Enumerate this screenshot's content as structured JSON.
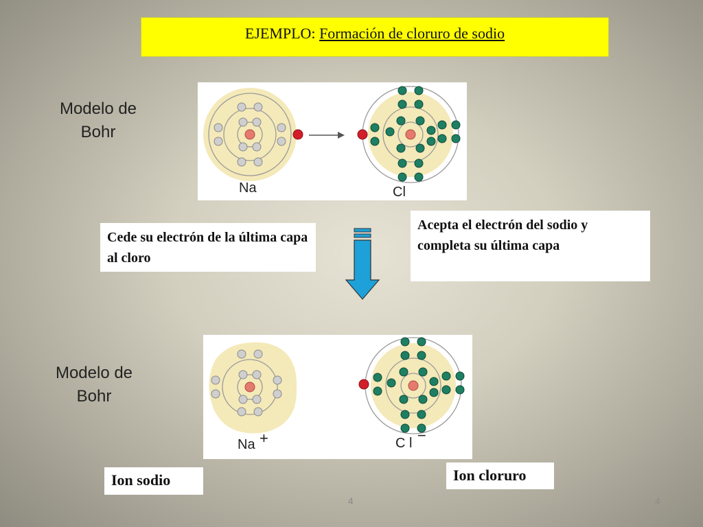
{
  "title": {
    "prefix": "EJEMPLO:",
    "link": "Formación de cloruro de sodio"
  },
  "model_labels": {
    "top_line1": "Modelo de",
    "top_line2": "Bohr",
    "bottom_line1": "Modelo de",
    "bottom_line2": "Bohr"
  },
  "atoms_before": {
    "left": "Na",
    "right": "Cl"
  },
  "atoms_after": {
    "left": "Na",
    "left_charge": "+",
    "right": "C l",
    "right_charge": "−"
  },
  "notes": {
    "sodium": "Cede su electrón de la última capa al cloro",
    "chlorine": "Acepta el electrón del sodio y completa su última capa"
  },
  "ion_labels": {
    "sodium": "Ion sodio",
    "chloride": "Ion cloruro"
  },
  "page_number": {
    "center": "4",
    "right": "4"
  },
  "colors": {
    "title_bg": "#ffff00",
    "shell_fill": "#f4e9b8",
    "electron_gray": "#cfcfcf",
    "electron_green": "#1e7f63",
    "electron_red": "#d21e2a",
    "arrow_fill": "#1ea0d8"
  }
}
